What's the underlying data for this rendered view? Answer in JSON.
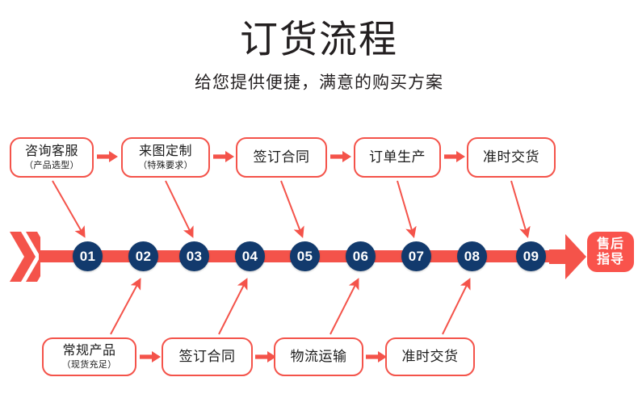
{
  "header": {
    "title": "订货流程",
    "subtitle": "给您提供便捷，满意的购买方案"
  },
  "colors": {
    "red": "#f4534a",
    "badge_red": "#f9534c",
    "navy": "#123a6d",
    "text": "#231f20",
    "background": "#ffffff"
  },
  "top_row": {
    "boxes": [
      {
        "main": "咨询客服",
        "sub": "（产品选型）"
      },
      {
        "main": "来图定制",
        "sub": "（特殊要求）"
      },
      {
        "main": "签订合同",
        "sub": ""
      },
      {
        "main": "订单生产",
        "sub": ""
      },
      {
        "main": "准时交货",
        "sub": ""
      }
    ]
  },
  "bottom_row": {
    "boxes": [
      {
        "main": "常规产品",
        "sub": "（现货充足）"
      },
      {
        "main": "签订合同",
        "sub": ""
      },
      {
        "main": "物流运输",
        "sub": ""
      },
      {
        "main": "准时交货",
        "sub": ""
      }
    ]
  },
  "timeline": {
    "steps": [
      "01",
      "02",
      "03",
      "04",
      "05",
      "06",
      "07",
      "08",
      "09"
    ],
    "end_badge": {
      "line1": "售后",
      "line2": "指导"
    }
  }
}
